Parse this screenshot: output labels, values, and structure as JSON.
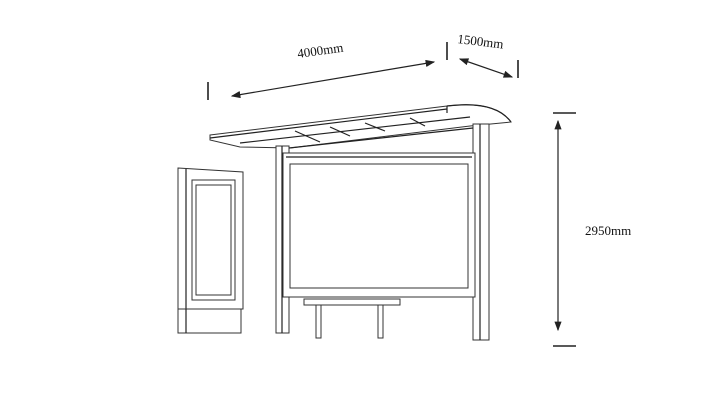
{
  "dimensions": {
    "length": "4000mm",
    "depth": "1500mm",
    "height": "2950mm"
  }
}
